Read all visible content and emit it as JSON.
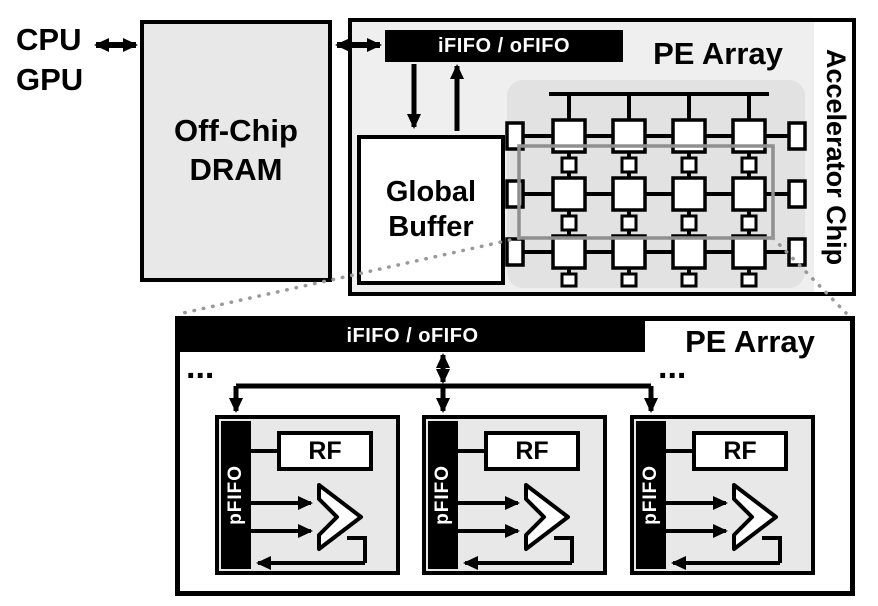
{
  "top_section": {
    "cpu_label": "CPU",
    "gpu_label": "GPU",
    "dram_line1": "Off-Chip",
    "dram_line2": "DRAM",
    "fifo_bar_label": "iFIFO / oFIFO",
    "pe_array_label": "PE Array",
    "global_buffer_line1": "Global",
    "global_buffer_line2": "Buffer",
    "chip_side_label": "Accelerator Chip"
  },
  "detail_section": {
    "fifo_bar_label": "iFIFO / oFIFO",
    "pe_array_label": "PE Array",
    "ellipsis_left": "...",
    "ellipsis_right": "...",
    "pe_blocks": [
      {
        "pfifo_label": "pFIFO",
        "rf_label": "RF"
      },
      {
        "pfifo_label": "pFIFO",
        "rf_label": "RF"
      },
      {
        "pfifo_label": "pFIFO",
        "rf_label": "RF"
      }
    ]
  },
  "colors": {
    "line_black": "#000000",
    "panel_gray": "#e8e8e8",
    "chip_interior_gray": "#efefef",
    "mesh_gray": "#e2e2e2",
    "highlight_gray": "#8f8f8f",
    "dotted_gray": "#999999",
    "white": "#ffffff"
  }
}
